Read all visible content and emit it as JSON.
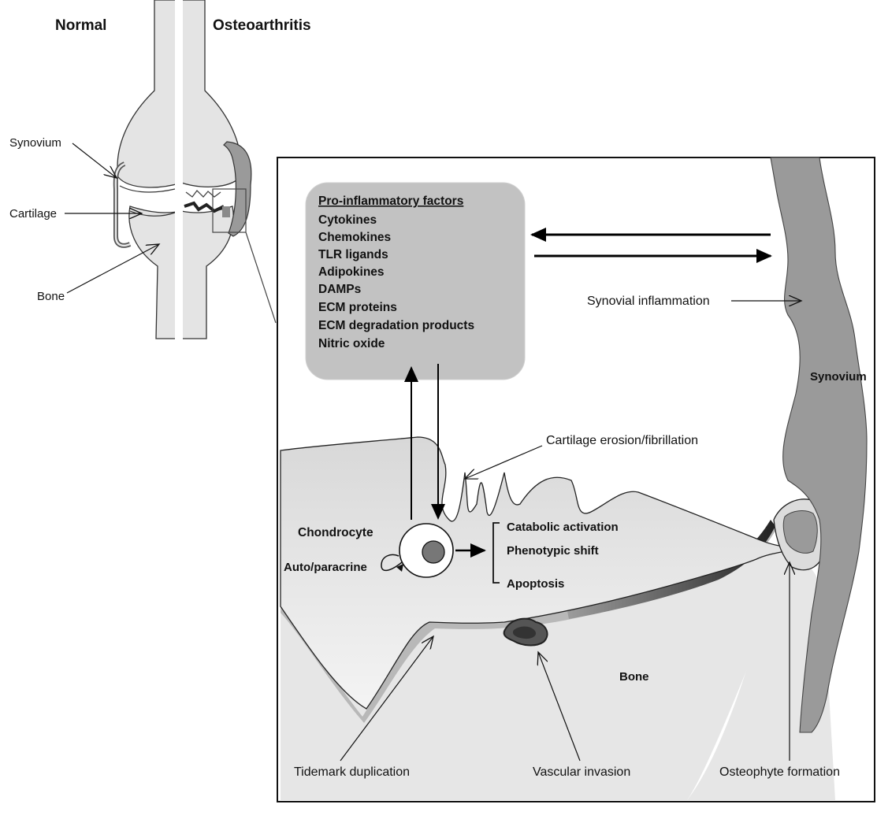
{
  "knee": {
    "normal_label": "Normal",
    "oa_label": "Osteoarthritis",
    "synovium": "Synovium",
    "cartilage": "Cartilage",
    "bone": "Bone"
  },
  "factors": {
    "title": "Pro-inflammatory factors",
    "items": [
      "Cytokines",
      "Chemokines",
      "TLR ligands",
      "Adipokines",
      "DAMPs",
      "ECM proteins",
      "ECM degradation products",
      "Nitric oxide"
    ]
  },
  "detail": {
    "synovial_inflammation": "Synovial inflammation",
    "synovium": "Synovium",
    "cartilage_erosion": "Cartilage erosion/fibrillation",
    "chondrocyte": "Chondrocyte",
    "autoparacrine": "Auto/paracrine",
    "outcomes": [
      "Catabolic activation",
      "Phenotypic shift",
      "Apoptosis"
    ],
    "bone": "Bone",
    "tidemark": "Tidemark duplication",
    "vascular": "Vascular invasion",
    "osteophyte": "Osteophyte formation"
  },
  "colors": {
    "light_fill": "#e4e4e4",
    "box_fill": "#c2c2c2",
    "synovium_fill": "#9a9a9a",
    "dark": "#2a2a2a"
  }
}
